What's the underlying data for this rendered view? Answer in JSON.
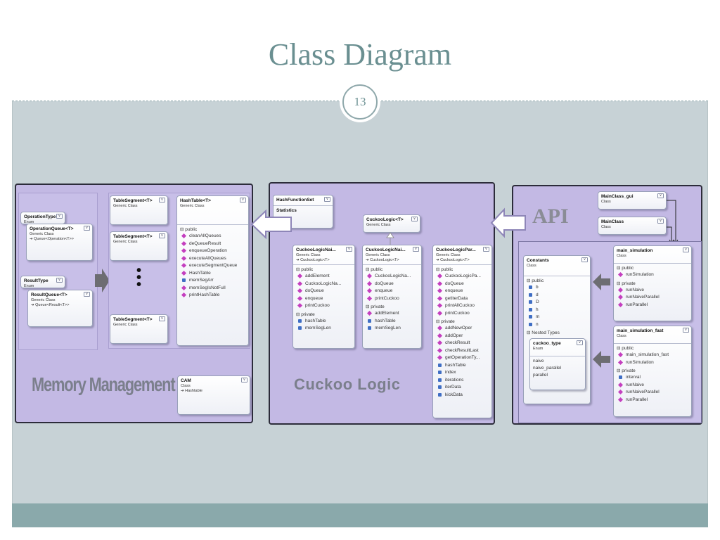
{
  "slide": {
    "title": "Class Diagram",
    "page_number": "13"
  },
  "labels": {
    "memory": "Memory Management",
    "cuckoo": "Cuckoo  Logic",
    "api": "API"
  },
  "mm": {
    "operation_type": {
      "name": "OperationType",
      "kind": "Enum"
    },
    "operation_queue": {
      "name": "OperationQueue<T>",
      "kind": "Generic Class",
      "base": "Queue<Operation<T>>"
    },
    "result_type": {
      "name": "ResultType",
      "kind": "Enum"
    },
    "result_queue": {
      "name": "ResultQueue<T>",
      "kind": "Generic Class",
      "base": "Queue<Result<T>>"
    },
    "seg1": {
      "name": "TableSegment<T>",
      "kind": "Generic Class"
    },
    "seg2": {
      "name": "TableSegment<T>",
      "kind": "Generic Class"
    },
    "seg3": {
      "name": "TableSegment<T>",
      "kind": "Generic Class"
    },
    "hashtable": {
      "name": "HashTable<T>",
      "kind": "Generic Class",
      "section": "public",
      "members": [
        "cleanAllQueues",
        "deQueueResult",
        "enqueueOperation",
        "executeAllQueues",
        "executeSegmentQueue",
        "HashTable",
        "memSegArr",
        "memSegIsNotFull",
        "printHashTable"
      ]
    },
    "cam": {
      "name": "CAM",
      "kind": "Class",
      "base": "Hashtable"
    }
  },
  "cl": {
    "hfs": {
      "name": "HashFunctionSet"
    },
    "stats": {
      "name": "Statistics"
    },
    "cuckoo": {
      "name": "CuckooLogic<T>",
      "kind": "Generic Class"
    },
    "naive1": {
      "name": "CuckooLogicNai...",
      "kind": "Generic Class",
      "base": "CuckooLogic<T>",
      "public": "public",
      "pub": [
        "addElement",
        "CuckooLogicNa...",
        "doQueue",
        "enqueue",
        "printCuckoo"
      ],
      "private": "private",
      "priv": [
        "hashTable",
        "memSegLen"
      ]
    },
    "naive2": {
      "name": "CuckooLogicNai...",
      "kind": "Generic Class",
      "base": "CuckooLogic<T>",
      "public": "public",
      "pub": [
        "CuckooLogicNa...",
        "doQueue",
        "enqueue",
        "printCuckoo"
      ],
      "private": "private",
      "priv": [
        "addElement",
        "hashTable",
        "memSegLen"
      ]
    },
    "par": {
      "name": "CuckooLogicPar...",
      "kind": "Generic Class",
      "base": "CuckooLogic<T>",
      "public": "public",
      "pub": [
        "CuckooLogicPa...",
        "doQueue",
        "enqueue",
        "getIterData",
        "printAllCuckoo",
        "printCuckoo"
      ],
      "private": "private",
      "priv": [
        "addNewOper",
        "addOper",
        "checkResult",
        "checkResultLast",
        "getOperationTy...",
        "hashTable",
        "index",
        "iterations",
        "iterData",
        "kickData"
      ]
    }
  },
  "api": {
    "gui": {
      "name": "MainClass_gui",
      "kind": "Class"
    },
    "main": {
      "name": "MainClass",
      "kind": "Class"
    },
    "constants": {
      "name": "Constants",
      "kind": "Class",
      "public": "public",
      "fields": [
        "b",
        "d",
        "D",
        "h",
        "m",
        "n"
      ],
      "nested": "Nested Types"
    },
    "ctype": {
      "name": "cuckoo_type",
      "kind": "Enum",
      "values": [
        "naive",
        "naive_parallel",
        "parallel"
      ]
    },
    "ms": {
      "name": "main_simulation",
      "kind": "Class",
      "public": "public",
      "pub": [
        "runSimulation"
      ],
      "private": "private",
      "priv": [
        "runNaive",
        "runNaiveParallel",
        "runParallel"
      ]
    },
    "msf": {
      "name": "main_simulation_fast",
      "kind": "Class",
      "public": "public",
      "pub": [
        "main_simulation_fast",
        "runSimulation"
      ],
      "private": "private",
      "priv": [
        "interval",
        "runNaive",
        "runNaiveParallel",
        "runParallel"
      ]
    }
  },
  "colors": {
    "panel": "#c3b9e4",
    "accent": "#6a8f91",
    "band": "#8aa9ab",
    "label": "#7b7f8c"
  }
}
